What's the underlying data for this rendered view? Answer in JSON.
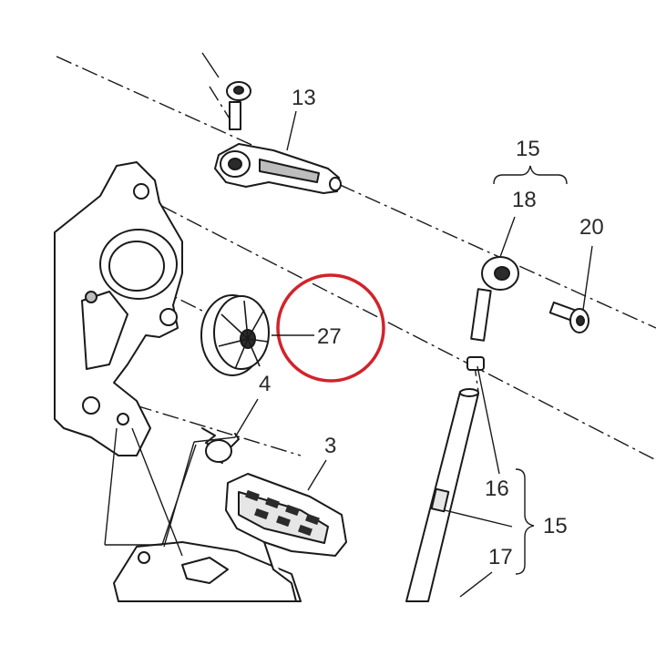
{
  "diagram": {
    "callouts": [
      {
        "id": "13",
        "text": "13"
      },
      {
        "id": "15-top",
        "text": "15"
      },
      {
        "id": "18",
        "text": "18"
      },
      {
        "id": "20",
        "text": "20"
      },
      {
        "id": "27",
        "text": "27"
      },
      {
        "id": "4",
        "text": "4"
      },
      {
        "id": "3",
        "text": "3"
      },
      {
        "id": "16",
        "text": "16"
      },
      {
        "id": "15-right",
        "text": "15"
      },
      {
        "id": "17",
        "text": "17"
      }
    ],
    "highlight": {
      "color": "#d2232a",
      "target": "27"
    },
    "line_color": "#1a1a1a"
  }
}
